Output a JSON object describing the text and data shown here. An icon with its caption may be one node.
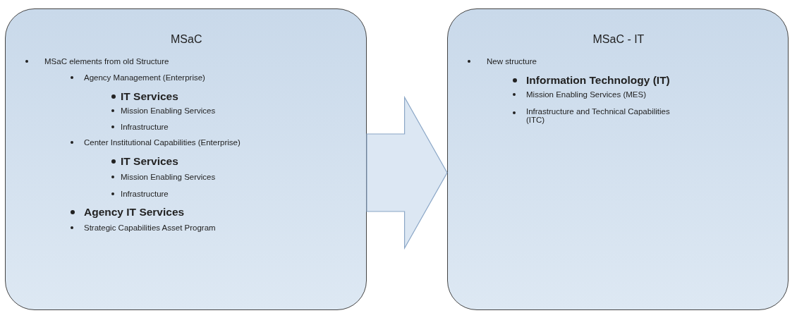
{
  "diagram": {
    "nodes": [
      {
        "text": [
          "MSaC",
          "MSaC elements from old Structure",
          "Agency Management (Enterprise)",
          "IT Services",
          "Mission Enabling Services",
          "Infrastructure",
          "Center Institutional Capabilities (Enterprise)",
          "IT Services",
          "Mission Enabling Services",
          "Infrastructure",
          "Agency IT Services",
          "Strategic Capabilities Asset Program"
        ]
      },
      {
        "text": [
          "MSaC - IT",
          "New structure",
          "Information Technology (IT)",
          "Mission Enabling Services (MES)",
          "Infrastructure and Technical Capabilities (ITC)"
        ]
      }
    ],
    "edges": [
      {
        "from": 0,
        "to": 1,
        "arrow": "to"
      }
    ]
  }
}
